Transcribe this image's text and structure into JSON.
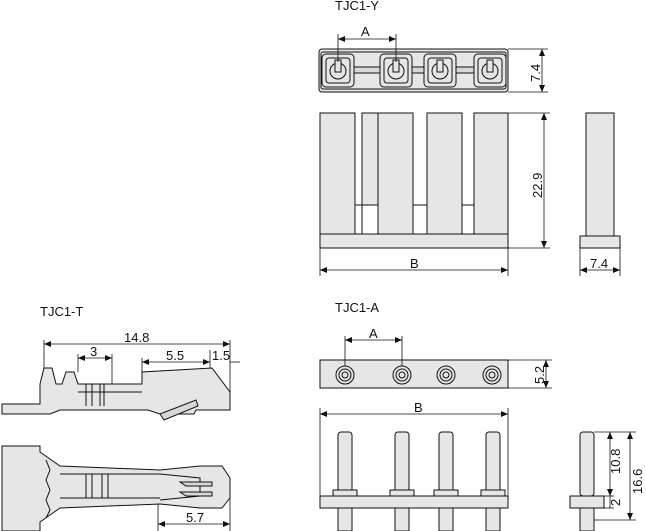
{
  "labels": {
    "tjc1_y": "TJC1-Y",
    "tjc1_t": "TJC1-T",
    "tjc1_a": "TJC1-A"
  },
  "dimensions": {
    "y_pitch": "A",
    "y_height_top": "7.4",
    "y_height_main": "22.9",
    "y_width_total": "B",
    "y_side_width": "7.4",
    "t_total": "14.8",
    "t_3": "3",
    "t_5_5": "5.5",
    "t_1_5": "1.5",
    "t_5_7": "5.7",
    "a_pitch": "A",
    "a_height_top": "5.2",
    "a_width_total": "B",
    "a_pin_len": "10.8",
    "a_total": "16.6",
    "a_2": "2"
  }
}
